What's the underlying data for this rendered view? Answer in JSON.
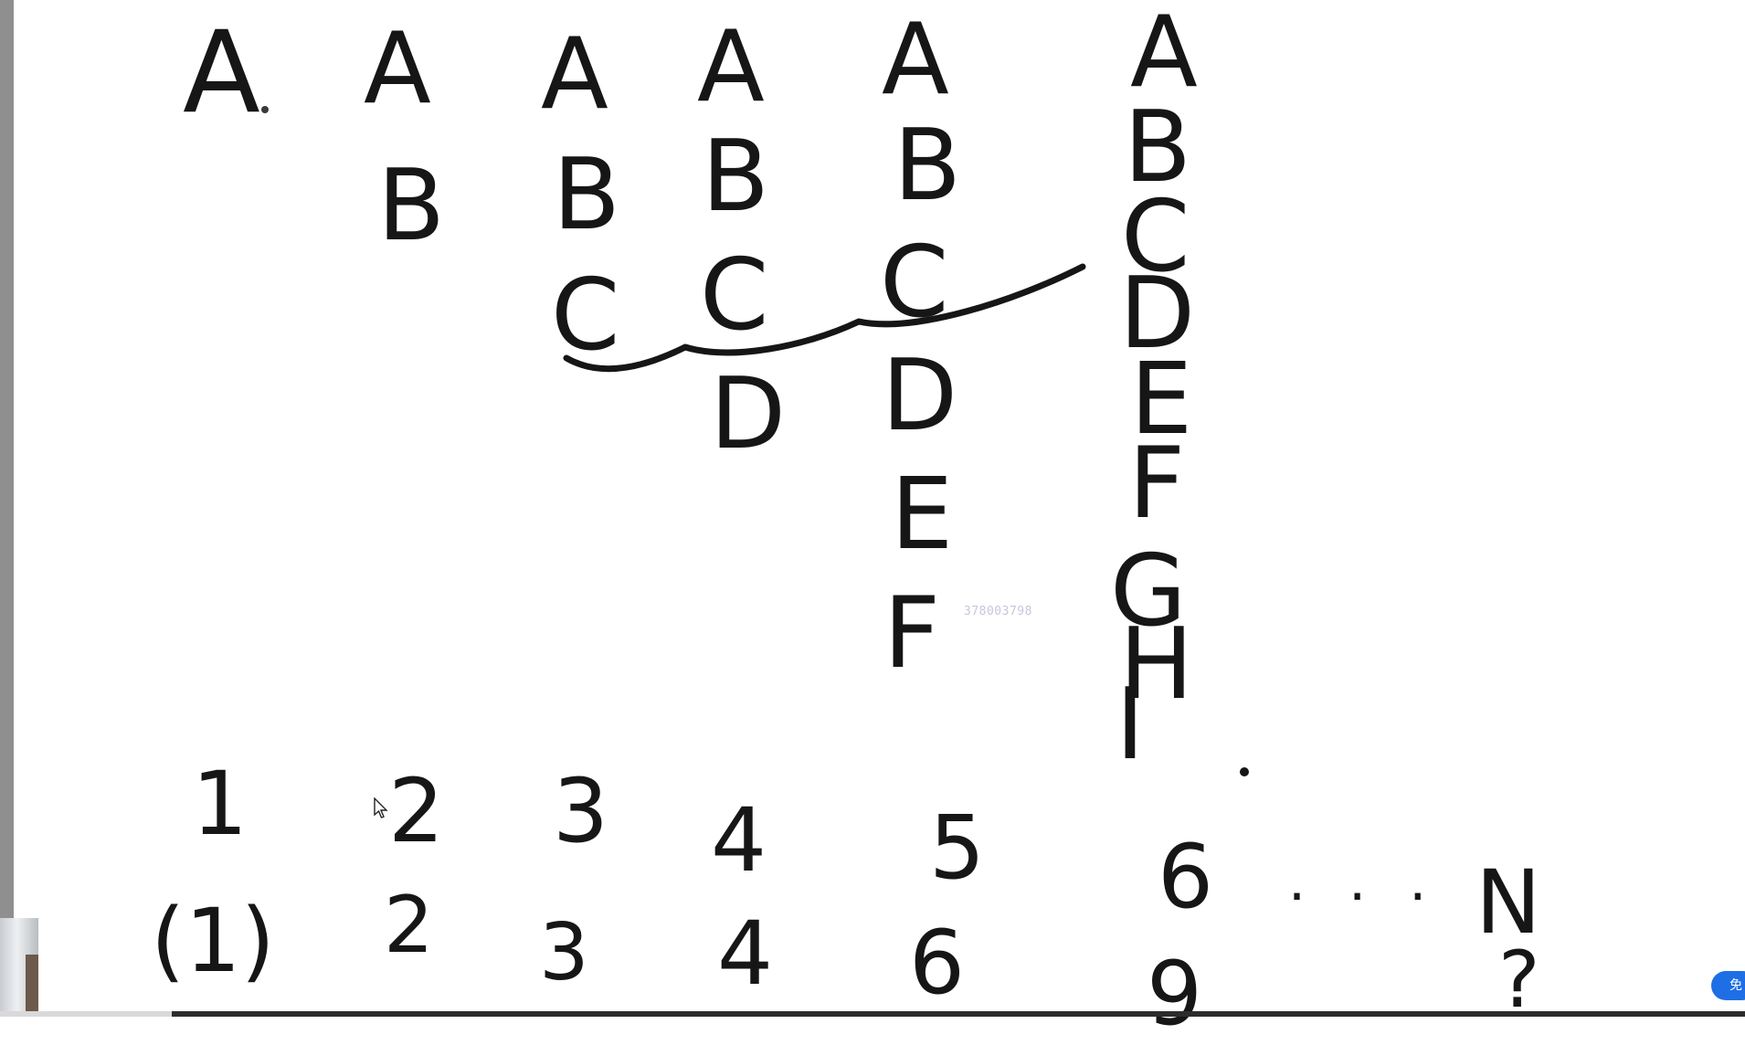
{
  "board": {
    "columns": [
      {
        "letters": [
          "A"
        ],
        "top": "1",
        "bottom": "(1)"
      },
      {
        "letters": [
          "A",
          "B"
        ],
        "top": "2",
        "bottom": "2"
      },
      {
        "letters": [
          "A",
          "B",
          "C"
        ],
        "top": "3",
        "bottom": "3"
      },
      {
        "letters": [
          "A",
          "B",
          "C",
          "D"
        ],
        "top": "4",
        "bottom": "4"
      },
      {
        "letters": [
          "A",
          "B",
          "C",
          "D",
          "E",
          "F"
        ],
        "top": "5",
        "bottom": "6"
      },
      {
        "letters": [
          "A",
          "B",
          "C",
          "D",
          "E",
          "F",
          "G",
          "H",
          "I"
        ],
        "top": "6",
        "bottom": "9"
      }
    ],
    "ellipsis": ". . .",
    "last_top": "N",
    "last_bottom": "?",
    "watermark": "378003798",
    "ink_color": "#161616"
  },
  "chat_button": {
    "label": "免"
  }
}
